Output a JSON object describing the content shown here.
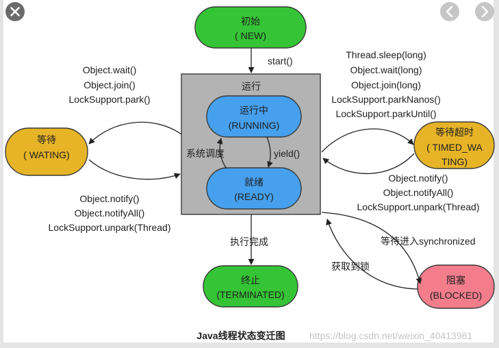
{
  "viewer": {
    "close_icon": "close-icon",
    "prev_icon": "chevron-left-icon",
    "next_icon": "chevron-right-icon"
  },
  "diagram": {
    "caption": "Java线程状态变迁图",
    "watermark": "https://blog.csdn.net/weixin_40413961",
    "states": {
      "new": {
        "name": "初始",
        "label": "( NEW)",
        "color": "#35c435"
      },
      "running_group": {
        "name": "运行",
        "color": "#b3b3b3"
      },
      "running": {
        "name": "运行中",
        "label": "(RUNNING)",
        "color": "#46a0ee"
      },
      "ready": {
        "name": "就绪",
        "label": "(READY)",
        "color": "#46a0ee"
      },
      "waiting": {
        "name": "等待",
        "label": "( WATING)",
        "color": "#e6b426"
      },
      "timed_waiting": {
        "name": "等待超时",
        "label_lines": [
          "( TIMED_WA",
          "TING)"
        ],
        "color": "#e6b426"
      },
      "terminated": {
        "name": "终止",
        "label": "(TERMINATED)",
        "color": "#35c435"
      },
      "blocked": {
        "name": "阻塞",
        "label": "(BLOCKED)",
        "color": "#f47d8c"
      }
    },
    "transitions": {
      "start": "start()",
      "yield": "yield()",
      "schedule": "系统调度",
      "to_waiting": [
        "Object.wait()",
        "Object.join()",
        "LockSupport.park()"
      ],
      "from_waiting": [
        "Object.notify()",
        "Object.notifyAll()",
        "LockSupport.unpark(Thread)"
      ],
      "to_timed_waiting": [
        "Thread.sleep(long)",
        "Object.wait(long)",
        "Object.join(long)",
        "LockSupport.parkNanos()",
        "LockSupport.parkUntil()"
      ],
      "from_timed_waiting": [
        "Object.notify()",
        "Object.notifyAll()",
        "LockSupport.unpark(Thread)"
      ],
      "finish": "执行完成",
      "to_blocked": "等待进入synchronized",
      "from_blocked": "获取到锁"
    }
  }
}
